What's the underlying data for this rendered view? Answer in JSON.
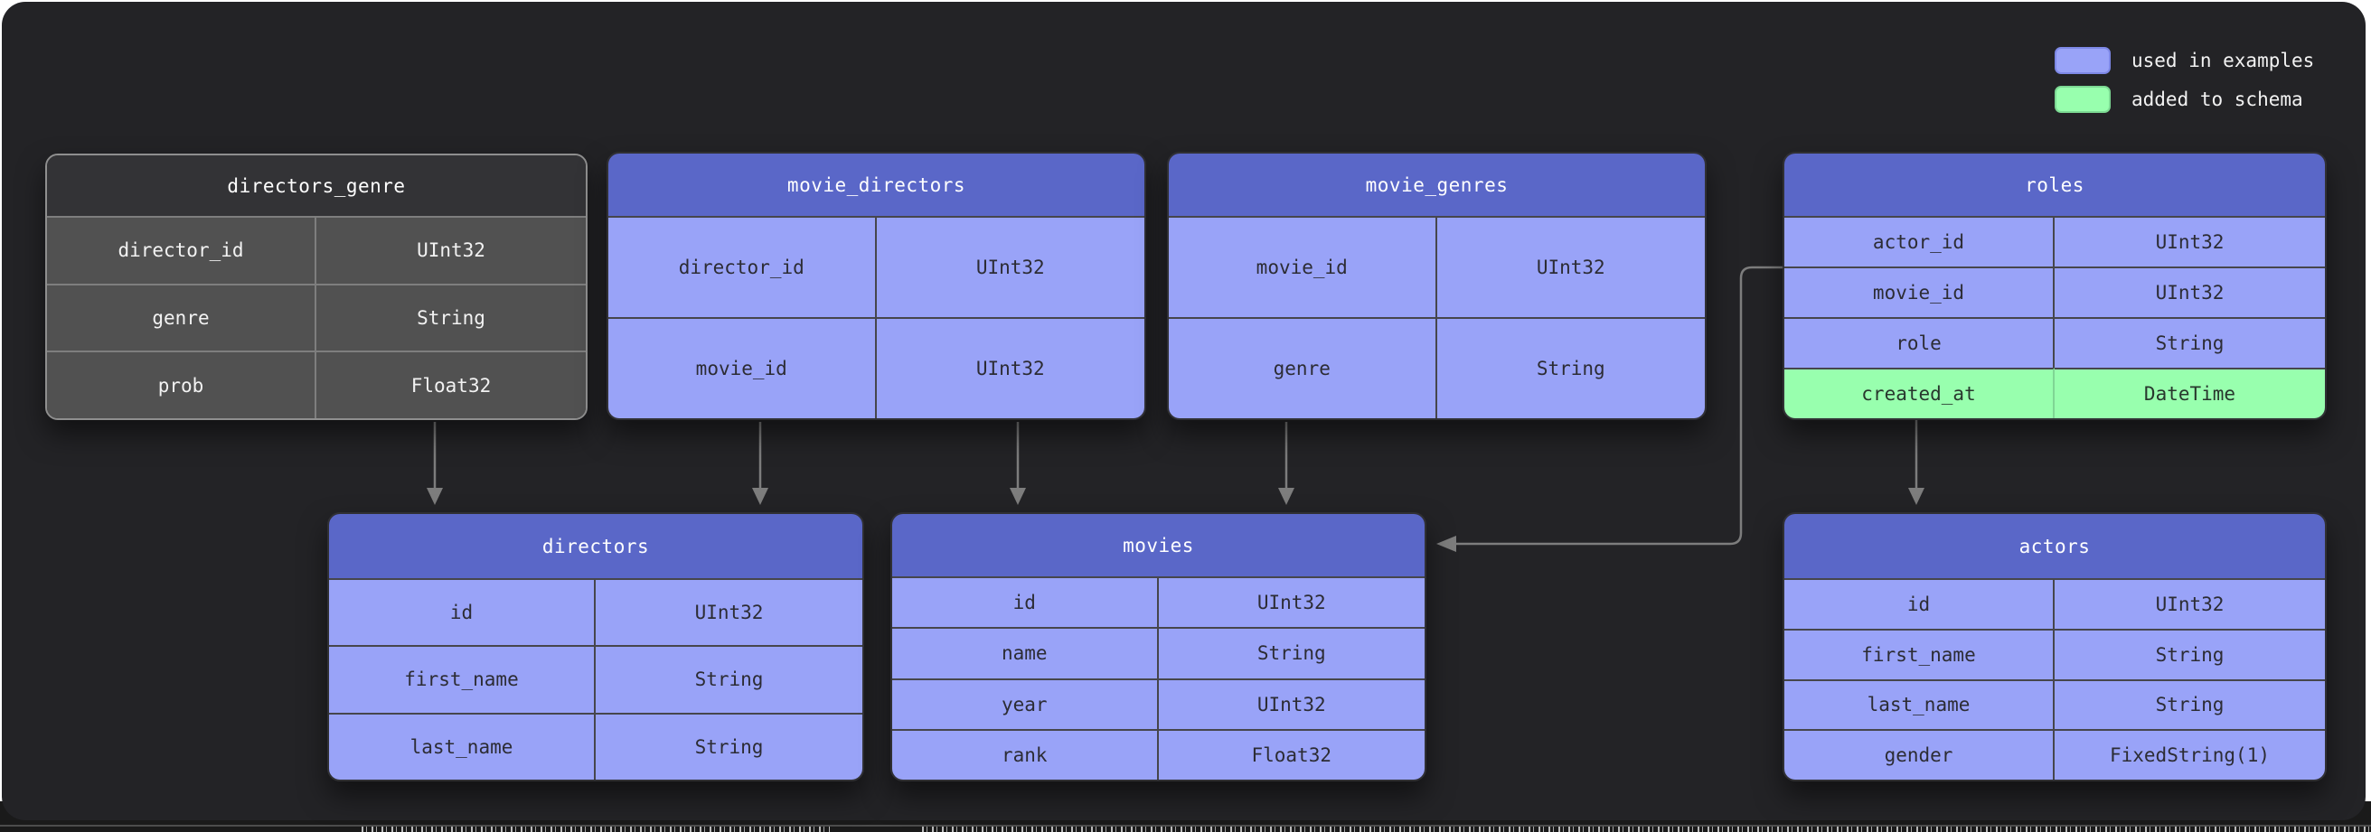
{
  "legend": {
    "items": [
      {
        "label": "used in examples",
        "swatch_color": "#99a3f8"
      },
      {
        "label": "added to schema",
        "swatch_color": "#98ffae"
      }
    ]
  },
  "colors": {
    "canvas": "#232326",
    "example_header": "#5a67c8",
    "example_row": "#99a3f8",
    "added_row": "#98ffae",
    "muted_header": "#333336",
    "muted_row": "#515151",
    "connector": "#7d7d7d"
  },
  "tables": {
    "directors_genre": {
      "name": "directors_genre",
      "style": "muted",
      "fields": [
        {
          "name": "director_id",
          "type": "UInt32"
        },
        {
          "name": "genre",
          "type": "String"
        },
        {
          "name": "prob",
          "type": "Float32"
        }
      ]
    },
    "movie_directors": {
      "name": "movie_directors",
      "style": "used_in_examples",
      "fields": [
        {
          "name": "director_id",
          "type": "UInt32"
        },
        {
          "name": "movie_id",
          "type": "UInt32"
        }
      ]
    },
    "movie_genres": {
      "name": "movie_genres",
      "style": "used_in_examples",
      "fields": [
        {
          "name": "movie_id",
          "type": "UInt32"
        },
        {
          "name": "genre",
          "type": "String"
        }
      ]
    },
    "roles": {
      "name": "roles",
      "style": "used_in_examples",
      "fields": [
        {
          "name": "actor_id",
          "type": "UInt32"
        },
        {
          "name": "movie_id",
          "type": "UInt32"
        },
        {
          "name": "role",
          "type": "String"
        },
        {
          "name": "created_at",
          "type": "DateTime",
          "added_to_schema": true
        }
      ]
    },
    "directors": {
      "name": "directors",
      "style": "used_in_examples",
      "fields": [
        {
          "name": "id",
          "type": "UInt32"
        },
        {
          "name": "first_name",
          "type": "String"
        },
        {
          "name": "last_name",
          "type": "String"
        }
      ]
    },
    "movies": {
      "name": "movies",
      "style": "used_in_examples",
      "fields": [
        {
          "name": "id",
          "type": "UInt32"
        },
        {
          "name": "name",
          "type": "String"
        },
        {
          "name": "year",
          "type": "UInt32"
        },
        {
          "name": "rank",
          "type": "Float32"
        }
      ]
    },
    "actors": {
      "name": "actors",
      "style": "used_in_examples",
      "fields": [
        {
          "name": "id",
          "type": "UInt32"
        },
        {
          "name": "first_name",
          "type": "String"
        },
        {
          "name": "last_name",
          "type": "String"
        },
        {
          "name": "gender",
          "type": "FixedString(1)"
        }
      ]
    }
  },
  "relations": [
    {
      "from": "directors_genre",
      "to": "directors"
    },
    {
      "from": "movie_directors",
      "to": "directors"
    },
    {
      "from": "movie_directors",
      "to": "movies"
    },
    {
      "from": "movie_genres",
      "to": "movies"
    },
    {
      "from": "roles",
      "to": "movies"
    },
    {
      "from": "roles",
      "to": "actors"
    }
  ]
}
